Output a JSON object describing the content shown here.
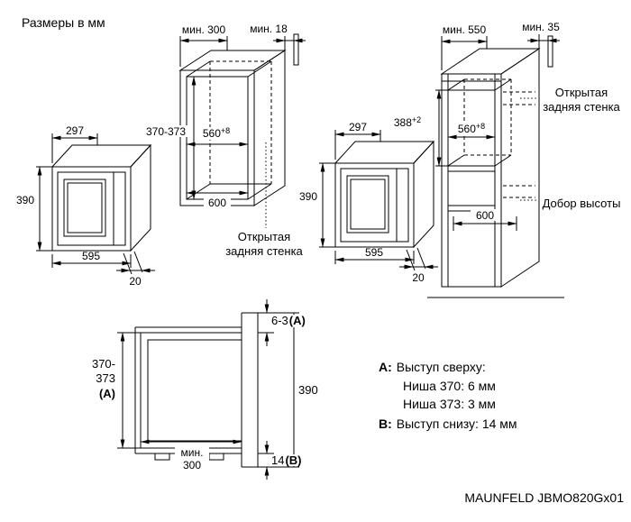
{
  "page": {
    "title": "Размеры в мм",
    "model": "MAUNFELD JBMO820Gx01"
  },
  "oven_left": {
    "depth": "297",
    "height": "390",
    "width": "595",
    "frame_overhang": "20"
  },
  "niche_compact": {
    "min_top_clearance": "мин. 300",
    "min_back_clearance": "мин. 18",
    "height": "370-373",
    "width": "560",
    "width_tolerance": "+8",
    "depth": "600",
    "open_back_label_line1": "Открытая",
    "open_back_label_line2": "задняя стенка"
  },
  "oven_right": {
    "depth": "297",
    "height": "390",
    "width": "595",
    "frame_overhang": "20"
  },
  "tall_cabinet": {
    "min_top_clearance": "мин. 550",
    "min_back_clearance": "мин. 35",
    "niche_height": "388",
    "niche_height_tolerance": "+2",
    "niche_width": "560",
    "niche_width_tolerance": "+8",
    "niche_depth": "600",
    "open_back_label_line1": "Открытая",
    "open_back_label_line2": "задняя стенка",
    "filler_label": "Добор высоты"
  },
  "section": {
    "niche_height_line1": "370-",
    "niche_height_line2": "373",
    "niche_height_ref": "(A)",
    "top_overhang": "6-3",
    "top_overhang_ref": "(A)",
    "front_height": "390",
    "min_depth_word": "мин.",
    "min_depth_value": "300",
    "bottom_overhang": "14",
    "bottom_overhang_ref": "(B)"
  },
  "notes": {
    "a_prefix": "A:",
    "a_title": "Выступ сверху:",
    "a_item1": "Ниша 370: 6 мм",
    "a_item2": "Ниша 373: 3 мм",
    "b_prefix": "B:",
    "b_text": "Выступ снизу: 14 мм"
  }
}
